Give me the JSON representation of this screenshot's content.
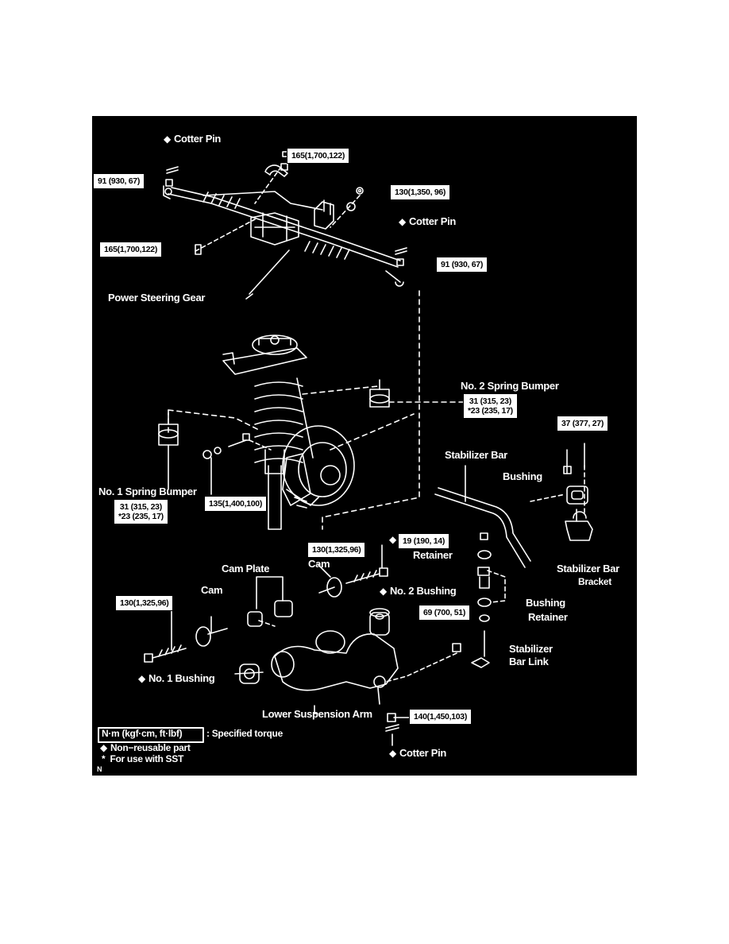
{
  "colors": {
    "background": "#000000",
    "ink": "#ffffff",
    "page": "#ffffff"
  },
  "labels": {
    "cotter_pin_top": "Cotter Pin",
    "cotter_pin_right": "Cotter Pin",
    "cotter_pin_bottom": "Cotter Pin",
    "power_steering_gear": "Power Steering Gear",
    "no2_spring_bumper": "No. 2 Spring Bumper",
    "no1_spring_bumper": "No. 1 Spring Bumper",
    "stabilizer_bar": "Stabilizer Bar",
    "bushing_upper": "Bushing",
    "stabilizer_bar_bracket_1": "Stabilizer Bar",
    "stabilizer_bar_bracket_2": "Bracket",
    "retainer_upper": "Retainer",
    "cam_plate": "Cam Plate",
    "cam_left": "Cam",
    "cam_right": "Cam",
    "no2_bushing": "No. 2 Bushing",
    "bushing_lower": "Bushing",
    "retainer_lower": "Retainer",
    "stabilizer_bar_link_1": "Stabilizer",
    "stabilizer_bar_link_2": "Bar Link",
    "no1_bushing": "No. 1 Bushing",
    "lower_suspension_arm": "Lower Suspension Arm"
  },
  "torques": {
    "tie_rod_left": "91 (930, 67)",
    "rack_bracket_top": "165(1,700,122)",
    "rack_nut_right": "130(1,350, 96)",
    "rack_bolt_left": "165(1,700,122)",
    "tie_rod_right": "91 (930, 67)",
    "no2_bumper_a": "31 (315, 23)",
    "no2_bumper_b": "*23 (235, 17)",
    "bracket_bolt": "37 (377, 27)",
    "no1_bumper_a": "31 (315, 23)",
    "no1_bumper_b": "*23 (235, 17)",
    "knuckle_bolt": "135(1,400,100)",
    "stab_link_nut": "19 (190, 14)",
    "cam_bolt_right": "130(1,325,96)",
    "cam_bolt_left": "130(1,325,96)",
    "stab_link_lower": "69 (700, 51)",
    "ball_joint_nut": "140(1,450,103)"
  },
  "legend": {
    "unit_box": "N·m (kgf·cm, ft·lbf)",
    "unit_text": ": Specified torque",
    "nonreusable": "Non−reusable part",
    "sst": "For use with SST",
    "sst_mark": "*",
    "corner_mark": "N"
  }
}
